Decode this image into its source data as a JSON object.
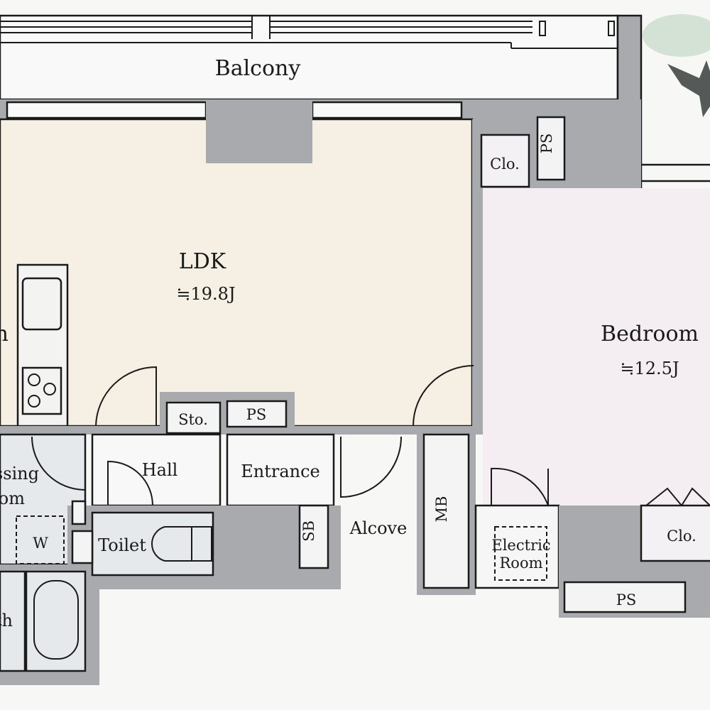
{
  "rooms": {
    "balcony": "Balcony",
    "ldk": "LDK",
    "ldk_area": "≒19.8J",
    "kitchen_partial": "Kitchen",
    "bedroom": "Bedroom",
    "bedroom_area": "≒12.5J",
    "closet_top": "Clo.",
    "ps_top": "PS",
    "storage": "Sto.",
    "ps_mid": "PS",
    "hall": "Hall",
    "entrance": "Entrance",
    "dressing_line1": "Dressing",
    "dressing_line2": "Room",
    "washer": "W",
    "toilet": "Toilet",
    "shoe_box": "SB",
    "alcove": "Alcove",
    "meter_box": "MB",
    "electric_line1": "Electric",
    "electric_line2": "Room",
    "closet_bedroom": "Clo.",
    "ps_bottom": "PS",
    "bath_partial": "Bath"
  },
  "colors": {
    "ldk_floor": "#f6efe3",
    "bedroom_floor": "#f4eef3",
    "wet_area": "#e5e9ec",
    "wall": "#a9aaad"
  }
}
